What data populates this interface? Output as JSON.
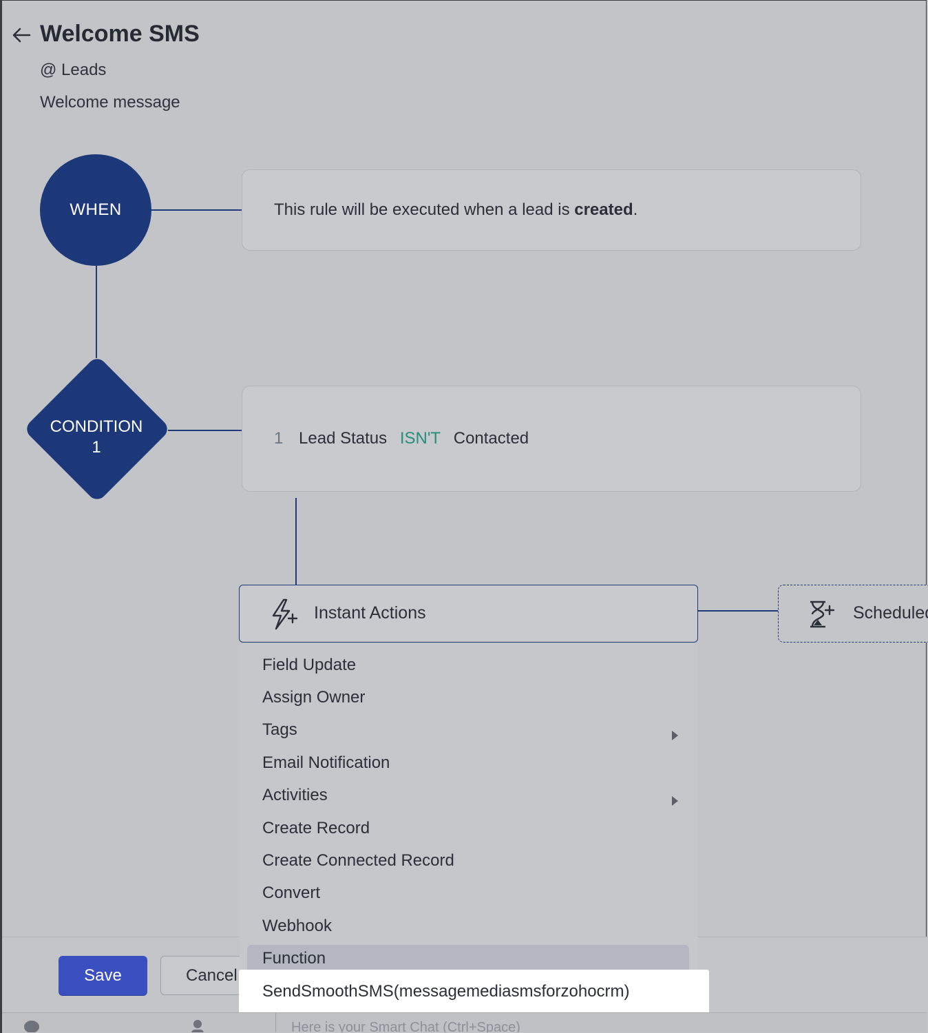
{
  "header": {
    "title": "Welcome SMS",
    "module": "@ Leads",
    "description": "Welcome message"
  },
  "when": {
    "node_label": "WHEN",
    "rule_prefix": "This rule will be executed when a lead is ",
    "rule_bold": "created",
    "rule_suffix": "."
  },
  "condition": {
    "node_label_line1": "CONDITION",
    "node_label_line2": "1",
    "criteria": {
      "number": "1",
      "field": "Lead Status",
      "operator": "ISN'T",
      "value": "Contacted"
    }
  },
  "actions": {
    "instant_label": "Instant Actions",
    "scheduled_label": "Scheduled Actions",
    "menu": [
      {
        "label": "Field Update"
      },
      {
        "label": "Assign Owner"
      },
      {
        "label": "Tags",
        "submenu": true
      },
      {
        "label": "Email Notification"
      },
      {
        "label": "Activities",
        "submenu": true
      },
      {
        "label": "Create Record"
      },
      {
        "label": "Create Connected Record"
      },
      {
        "label": "Convert"
      },
      {
        "label": "Webhook"
      },
      {
        "label": "Function"
      }
    ],
    "highlighted_item": "SendSmoothSMS(messagemediasmsforzohocrm)"
  },
  "footer": {
    "save_label": "Save",
    "cancel_label": "Cancel"
  },
  "bottom_bar": {
    "smart_chat_placeholder": "Here is your Smart Chat (Ctrl+Space)"
  },
  "colors": {
    "node_fill": "#1d3879",
    "operator_green": "#26907a",
    "save_blue": "#3a4fc0"
  }
}
